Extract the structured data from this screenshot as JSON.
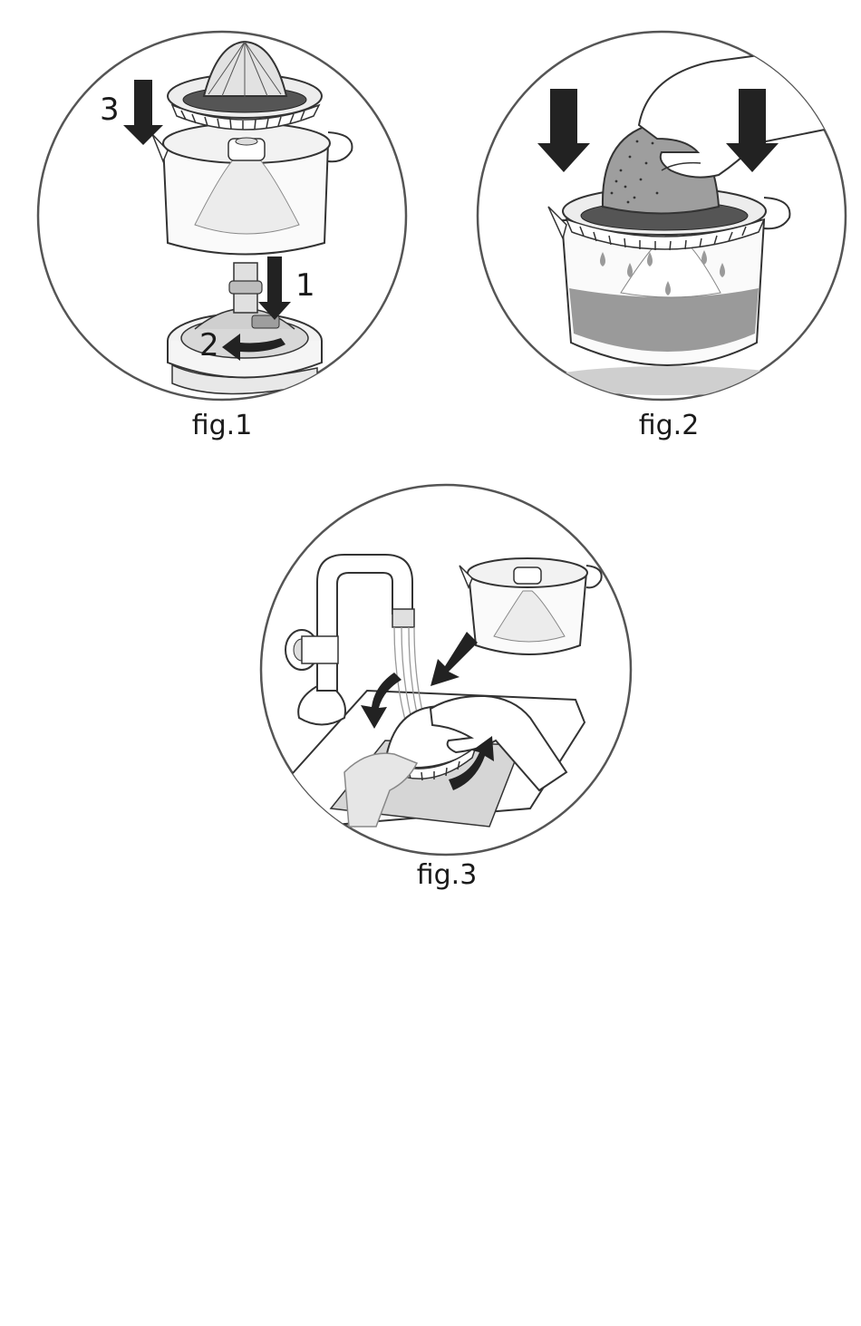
{
  "figures": {
    "fig1": {
      "caption": "fig.1",
      "step_labels": [
        "1",
        "2",
        "3"
      ]
    },
    "fig2": {
      "caption": "fig.2"
    },
    "fig3": {
      "caption": "fig.3"
    }
  }
}
